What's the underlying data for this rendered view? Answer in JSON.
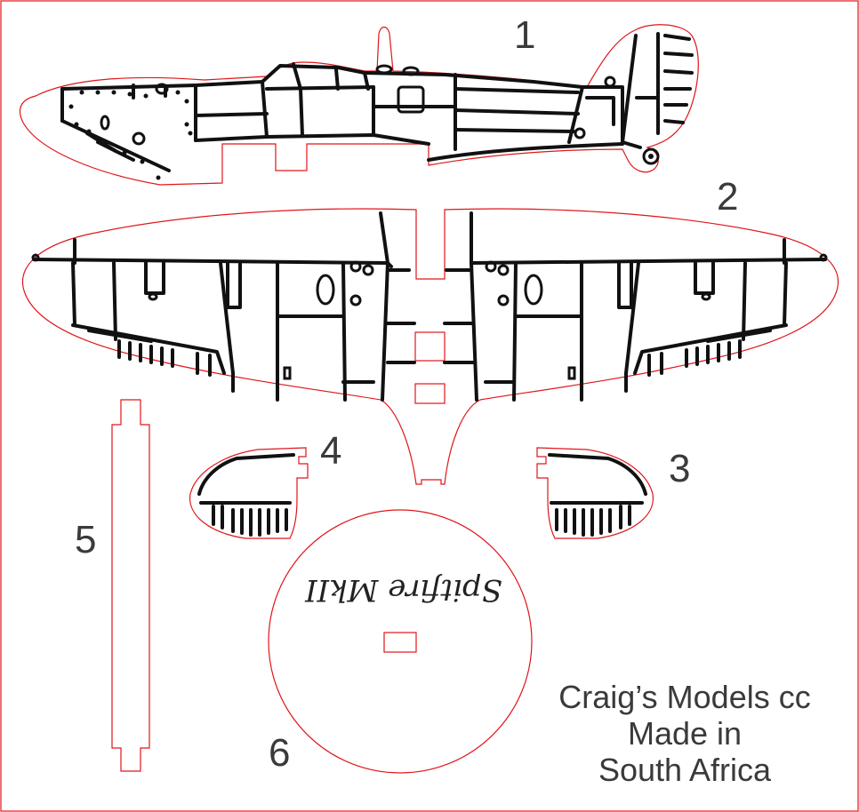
{
  "sheet": {
    "cut_color": "#e0161a",
    "engrave_color": "#111111",
    "text_color": "#3a3a3a"
  },
  "parts": [
    {
      "number": "1",
      "shape": "fuselage"
    },
    {
      "number": "2",
      "shape": "main-wing"
    },
    {
      "number": "3",
      "shape": "tailplane-right"
    },
    {
      "number": "4",
      "shape": "tailplane-left"
    },
    {
      "number": "5",
      "shape": "stand-post"
    },
    {
      "number": "6",
      "shape": "stand-base"
    }
  ],
  "stand_text": "Spitfire MkII",
  "maker": {
    "line1": "Craig’s Models cc",
    "line2": "Made in",
    "line3": "South Africa"
  }
}
